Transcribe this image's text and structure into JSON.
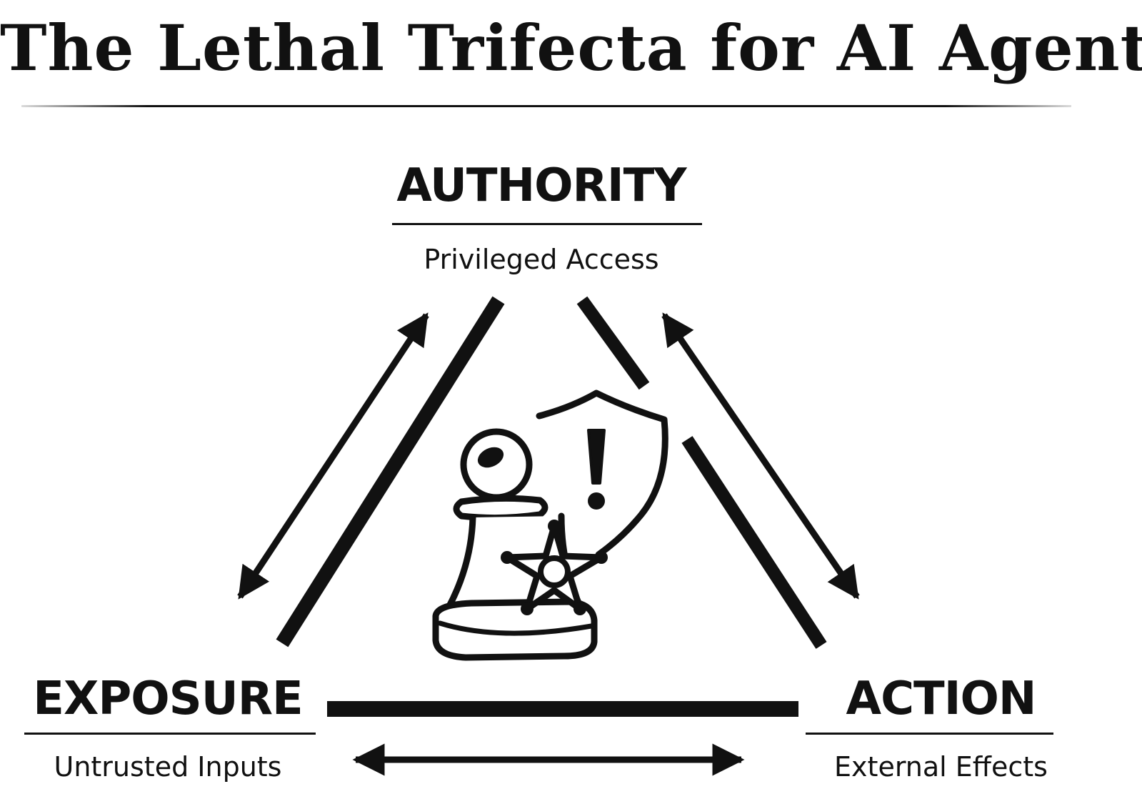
{
  "title": "The Lethal Trifecta for AI Agents",
  "nodes": {
    "authority": {
      "heading": "AUTHORITY",
      "subtitle": "Privileged Access"
    },
    "exposure": {
      "heading": "EXPOSURE",
      "subtitle": "Untrusted Inputs"
    },
    "action": {
      "heading": "ACTION",
      "subtitle": "External Effects"
    }
  },
  "icons": {
    "center": "pawn-with-sheriff-badge-and-warning-shield-icon"
  },
  "colors": {
    "ink": "#111111",
    "background": "#ffffff"
  }
}
